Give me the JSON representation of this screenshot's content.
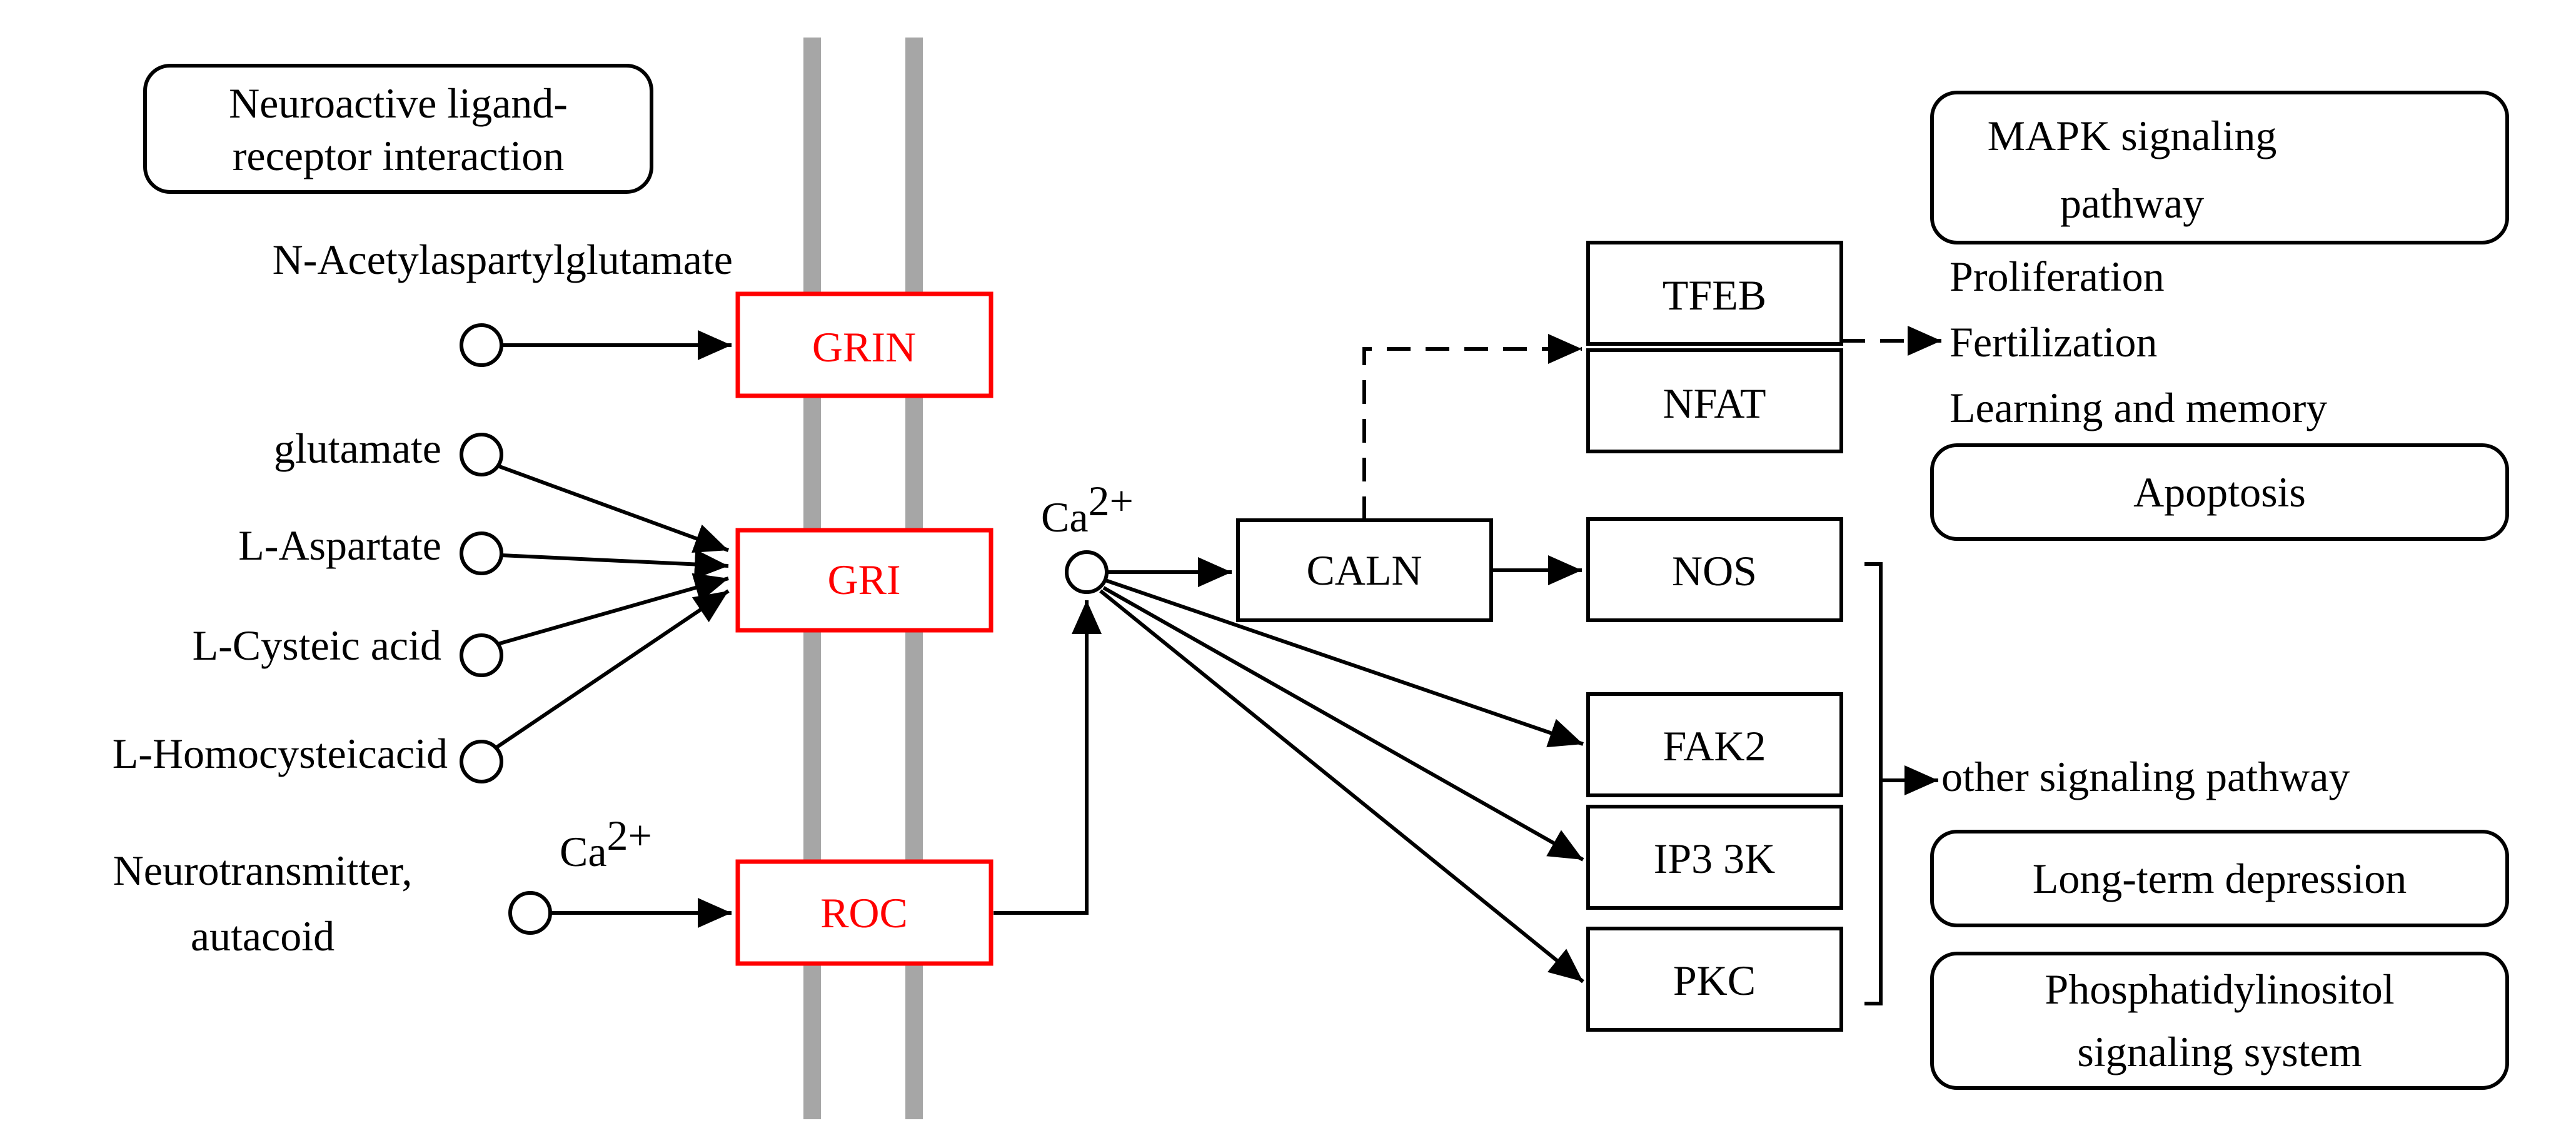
{
  "colors": {
    "highlight": "#ff0000",
    "membrane": "#a6a6a6",
    "line": "#000000",
    "background": "#ffffff"
  },
  "pathway_links": {
    "neuroactive_line1": "Neuroactive ligand-",
    "neuroactive_line2": "receptor interaction",
    "mapk_line1": "MAPK signaling",
    "mapk_line2": "pathway",
    "apoptosis": "Apoptosis",
    "ltd": "Long-term depression",
    "phos_line1": "Phosphatidylinositol",
    "phos_line2": "signaling system"
  },
  "ligands": {
    "naag": "N-Acetylaspartylglutamate",
    "glutamate": "glutamate",
    "aspartate": "L-Aspartate",
    "cysteic": "L-Cysteic acid",
    "homocysteic": "L-Homocysteicacid",
    "neuro_line1": "Neurotransmitter,",
    "neuro_line2": "autacoid"
  },
  "ions": {
    "ca_base": "Ca",
    "ca_sup": "2+"
  },
  "receptors": {
    "grin": "GRIN",
    "gri": "GRI",
    "roc": "ROC"
  },
  "nodes": {
    "caln": "CALN",
    "tfeb": "TFEB",
    "nfat": "NFAT",
    "nos": "NOS",
    "fak2": "FAK2",
    "ip3k": "IP3 3K",
    "pkc": "PKC"
  },
  "outcomes": {
    "proliferation": "Proliferation",
    "fertilization": "Fertilization",
    "learning": "Learning and memory",
    "other": "other signaling pathway"
  }
}
